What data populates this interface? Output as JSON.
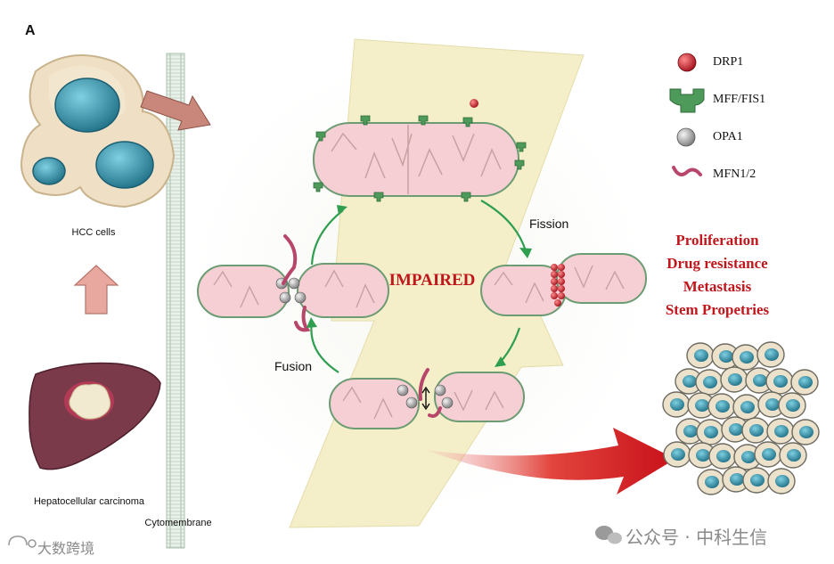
{
  "panel_label": "A",
  "labels": {
    "hcc_cells": "HCC cells",
    "hepatocellular_carcinoma": "Hepatocellular carcinoma",
    "cytomembrane": "Cytomembrane",
    "fission": "Fission",
    "fusion": "Fusion",
    "impaired": "IMPAIRED"
  },
  "legend": [
    {
      "name": "DRP1",
      "icon": "drp1-icon",
      "color": "#c4202c"
    },
    {
      "name": "MFF/FIS1",
      "icon": "mff-fis1-icon",
      "color": "#4e9a5a"
    },
    {
      "name": "OPA1",
      "icon": "opa1-icon",
      "color": "#9a9a9a"
    },
    {
      "name": "MFN1/2",
      "icon": "mfn12-icon",
      "color": "#b8456a"
    }
  ],
  "outcomes": [
    "Proliferation",
    "Drug resistance",
    "Metastasis",
    "Stem Propetries"
  ],
  "watermarks": {
    "bottom_left": "大数跨境",
    "bottom_right": "公众号 · 中科生信"
  },
  "colors": {
    "mito_fill": "#f5cfd3",
    "mito_stroke": "#6b9c73",
    "bolt": "#f4efc8",
    "cycle_arrow": "#2e9e4f",
    "big_arrow": "#d8161c",
    "outcome_text": "#c0171c",
    "nucleus": "#2d8aa3",
    "liver": "#7a3a4a"
  }
}
